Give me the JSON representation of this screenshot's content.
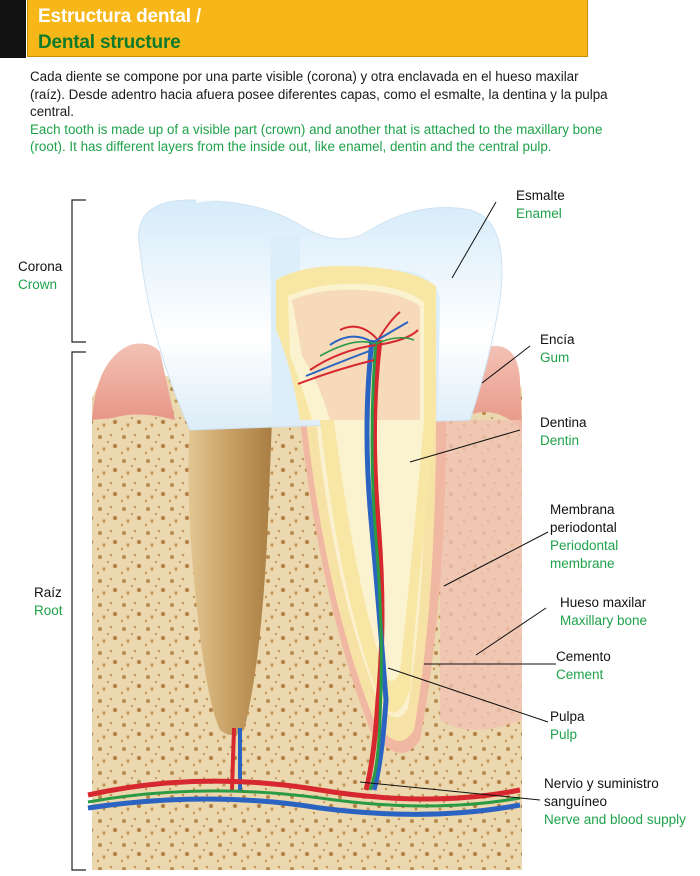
{
  "header": {
    "title_es": "Estructura dental /",
    "title_en": "Dental structure"
  },
  "intro": {
    "es": "Cada diente se compone por una parte visible (corona) y otra enclavada en el hueso maxilar (raíz). Desde adentro hacia afuera posee diferentes capas, como el esmalte, la dentina y la pulpa central.",
    "en": "Each tooth is made up of a visible part (crown) and another that is attached to the maxillary bone (root). It has different layers from the inside out, like enamel, dentin and the central pulp."
  },
  "labels": {
    "crown": {
      "es": "Corona",
      "en": "Crown"
    },
    "root": {
      "es": "Raíz",
      "en": "Root"
    },
    "enamel": {
      "es": "Esmalte",
      "en": "Enamel"
    },
    "gum": {
      "es": "Encía",
      "en": "Gum"
    },
    "dentin": {
      "es": "Dentina",
      "en": "Dentin"
    },
    "periodontal": {
      "es_1": "Membrana",
      "es_2": "periodontal",
      "en_1": "Periodontal",
      "en_2": "membrane"
    },
    "bone": {
      "es": "Hueso maxilar",
      "en": "Maxillary bone"
    },
    "cement": {
      "es": "Cemento",
      "en": "Cement"
    },
    "pulp": {
      "es": "Pulpa",
      "en": "Pulp"
    },
    "nerve": {
      "es_1": "Nervio y suministro",
      "es_2": "sanguíneo",
      "en": "Nerve and blood supply"
    }
  },
  "colors": {
    "header_yellow": "#f7b719",
    "title_green": "#0f7a2b",
    "english_green": "#1ea24a",
    "bone": "#e9d3a6",
    "gum": "#efb5a8",
    "enamel": "#e4f1fb",
    "dentin": "#f7e6a6",
    "root_tan": "#c49a5b",
    "artery": "#d7282f",
    "vein": "#2a63c2",
    "nerve": "#2b9a45"
  }
}
